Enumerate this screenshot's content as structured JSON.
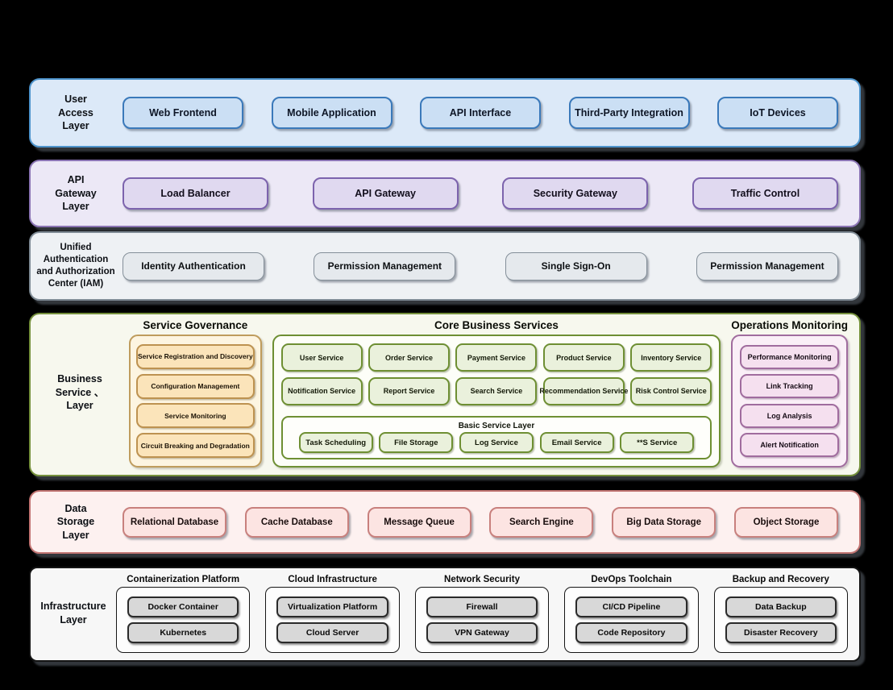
{
  "palette": {
    "canvas_bg": "#000000",
    "user_access": {
      "layer_bg": "#dce9f8",
      "layer_border": "#4e94cc",
      "node_bg": "#cbdff4",
      "node_border": "#3a79ba"
    },
    "api_gateway": {
      "layer_bg": "#ece8f6",
      "layer_border": "#8a74b3",
      "node_bg": "#e0d9f0",
      "node_border": "#7c63ad"
    },
    "iam": {
      "layer_bg": "#eef1f4",
      "layer_border": "#7f8b95",
      "node_bg": "#e5e9ed",
      "node_border": "#848f99"
    },
    "business": {
      "layer_bg": "#f7f8ee",
      "layer_border": "#75903c"
    },
    "governance": {
      "box_bg": "#fdf5e1",
      "box_border": "#bf9c5d",
      "node_bg": "#fbe4ba",
      "node_border": "#bd9250"
    },
    "core": {
      "box_bg": "#fdfef8",
      "box_border": "#6e8f33",
      "node_bg": "#eaf1dc",
      "node_border": "#6e8f33"
    },
    "operations": {
      "box_bg": "#faeff7",
      "box_border": "#a06c9e",
      "node_bg": "#f5e0ef",
      "node_border": "#a06c9e"
    },
    "data_storage": {
      "layer_bg": "#fdf1f0",
      "layer_border": "#c17472",
      "node_bg": "#fce4e2",
      "node_border": "#c8807d"
    },
    "infrastructure": {
      "layer_bg": "#f7f7f7",
      "layer_border": "#141414",
      "node_bg": "#d8d8d8",
      "node_border": "#2a2a2a"
    }
  },
  "layers": {
    "user_access": {
      "label": [
        "User",
        "Access",
        "Layer"
      ],
      "boxes": [
        "Web Frontend",
        "Mobile Application",
        "API Interface",
        "Third-Party Integration",
        "IoT Devices"
      ]
    },
    "api_gateway": {
      "label": [
        "API",
        "Gateway",
        "Layer"
      ],
      "boxes": [
        "Load Balancer",
        "API Gateway",
        "Security Gateway",
        "Traffic Control"
      ]
    },
    "iam": {
      "label": [
        "Unified",
        "Authentication",
        "and Authorization",
        "Center (IAM)"
      ],
      "boxes": [
        "Identity Authentication",
        "Permission Management",
        "Single Sign-On",
        "Permission Management"
      ]
    },
    "business": {
      "label": [
        "Business",
        "Service 、",
        "Layer"
      ],
      "governance": {
        "title": "Service Governance",
        "items": [
          "Service Registration and Discovery",
          "Configuration Management",
          "Service Monitoring",
          "Circuit Breaking and Degradation"
        ]
      },
      "core": {
        "title": "Core Business Services",
        "row1": [
          "User Service",
          "Order Service",
          "Payment Service",
          "Product Service",
          "Inventory Service"
        ],
        "row2": [
          "Notification Service",
          "Report Service",
          "Search Service",
          "Recommendation Service",
          "Risk Control Service"
        ],
        "basic": {
          "title": "Basic Service Layer",
          "items": [
            "Task Scheduling",
            "File Storage",
            "Log Service",
            "Email Service",
            "**S Service"
          ]
        }
      },
      "operations": {
        "title": "Operations Monitoring",
        "items": [
          "Performance Monitoring",
          "Link Tracking",
          "Log Analysis",
          "Alert Notification"
        ]
      }
    },
    "data_storage": {
      "label": [
        "Data",
        "Storage",
        "Layer"
      ],
      "boxes": [
        "Relational Database",
        "Cache Database",
        "Message Queue",
        "Search Engine",
        "Big Data Storage",
        "Object Storage"
      ]
    },
    "infrastructure": {
      "label": [
        "Infrastructure",
        "Layer"
      ],
      "groups": [
        {
          "title": "Containerization Platform",
          "items": [
            "Docker Container",
            "Kubernetes"
          ]
        },
        {
          "title": "Cloud Infrastructure",
          "items": [
            "Virtualization Platform",
            "Cloud Server"
          ]
        },
        {
          "title": "Network Security",
          "items": [
            "Firewall",
            "VPN Gateway"
          ]
        },
        {
          "title": "DevOps Toolchain",
          "items": [
            "CI/CD Pipeline",
            "Code Repository"
          ]
        },
        {
          "title": "Backup and Recovery",
          "items": [
            "Data Backup",
            "Disaster Recovery"
          ]
        }
      ]
    }
  }
}
